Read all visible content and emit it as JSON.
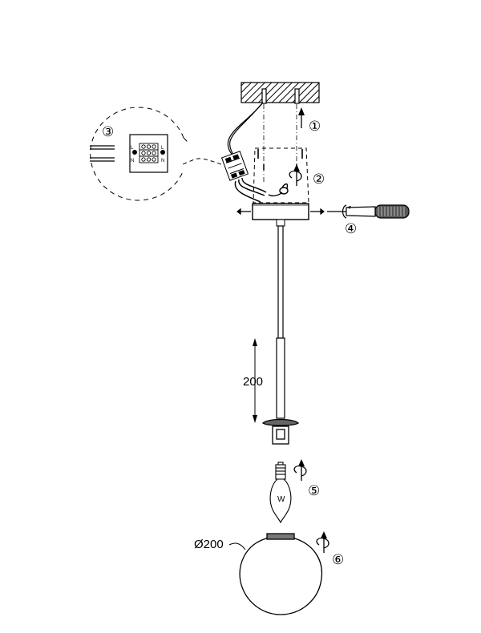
{
  "steps": {
    "s1": "①",
    "s2": "②",
    "s3": "③",
    "s4": "④",
    "s5": "⑤",
    "s6": "⑥"
  },
  "dimensions": {
    "rod_length": "200",
    "globe_diameter": "Ø200"
  },
  "bulb_marking": "W",
  "terminal_marks": {
    "left_top": "L",
    "left_bottom": "N",
    "right_top": "L",
    "right_bottom": "N"
  },
  "icons": [
    "ceiling-hatch",
    "canopy",
    "connector-block",
    "screwdriver",
    "rotation-arrow",
    "bulb",
    "glass-globe"
  ]
}
